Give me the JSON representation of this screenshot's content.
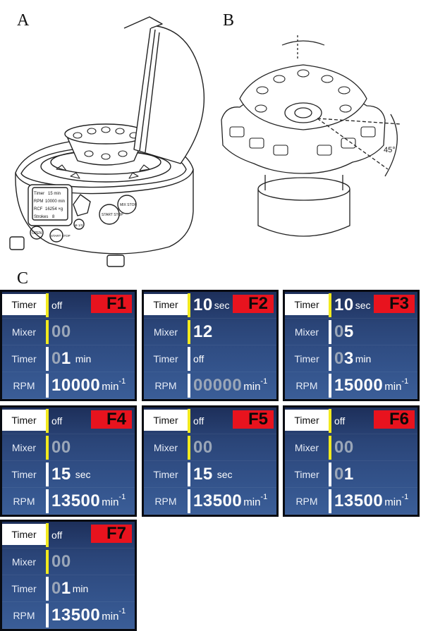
{
  "panels": {
    "a": "A",
    "b": "B",
    "c": "C"
  },
  "angle_label": "45°",
  "device_display": {
    "lines": [
      "Timer",
      "15 min",
      "RPM",
      "10000 min",
      "RCF",
      "16254 ×g",
      "Strokes",
      "8"
    ],
    "buttons": {
      "open": "OPEN",
      "start_stop_small": "START STOP",
      "start_stop": "START STOP",
      "mix_stop": "MIX STOP",
      "pulse": "⊕ 1/3"
    }
  },
  "labels": {
    "timer": "Timer",
    "mixer": "Mixer",
    "rpm": "RPM"
  },
  "screens": [
    {
      "id": "F1",
      "timer_top": "off",
      "timer_top_small": true,
      "mixer": "00",
      "mixer_dim": true,
      "timer_a": "0",
      "timer_b": "1",
      "timer_unit": "min",
      "rpm": "10000",
      "rpm_dim": false
    },
    {
      "id": "F2",
      "timer_top": "10",
      "timer_top_unit": "sec",
      "mixer": "12",
      "mixer_dim": false,
      "timer_off": "off",
      "rpm": "00000",
      "rpm_dim": true
    },
    {
      "id": "F3",
      "timer_top": "10",
      "timer_top_unit": "sec",
      "mixer": "05",
      "timer_a": "0",
      "timer_b": "3",
      "timer_unit": "min",
      "rpm": "15000"
    },
    {
      "id": "F4",
      "timer_top": "off",
      "mixer": "00",
      "timer_big": "15",
      "timer_unit": "sec",
      "rpm": "13500"
    },
    {
      "id": "F5",
      "timer_top": "off",
      "mixer": "00",
      "timer_big": "15",
      "timer_unit": "sec",
      "rpm": "13500"
    },
    {
      "id": "F6",
      "timer_top": "off",
      "mixer": "00",
      "timer_a": "0",
      "timer_b": "1",
      "timer_unit": "",
      "rpm": "13500"
    },
    {
      "id": "F7",
      "timer_top": "off",
      "mixer": "00",
      "timer_a": "0",
      "timer_b": "1",
      "timer_unit": "min",
      "rpm": "13500"
    }
  ],
  "units": {
    "rpm_unit": "min",
    "rpm_exp": "-1"
  },
  "colors": {
    "badge": "#e8131e",
    "highlight_bar": "#f2ea1e",
    "screen_bg": "#2f4c82"
  }
}
